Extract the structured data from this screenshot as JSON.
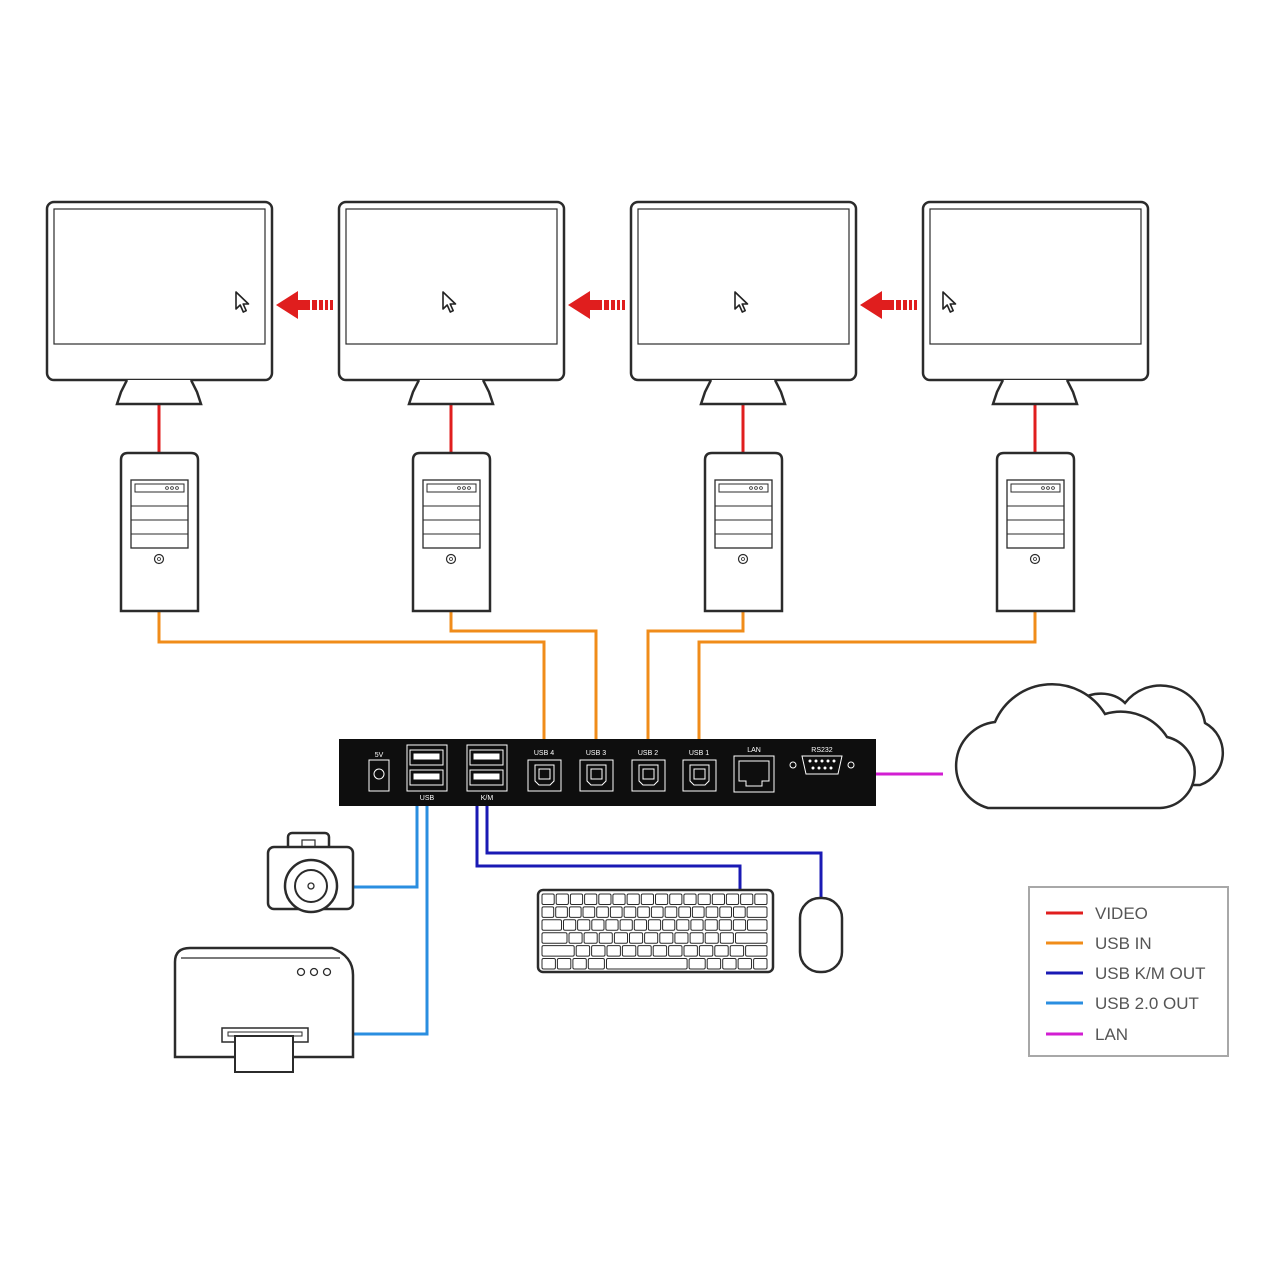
{
  "colors": {
    "video": "#e01e1e",
    "usb_in": "#f08c1a",
    "usb_km_out": "#1a1ab4",
    "usb20_out": "#2a8ee0",
    "lan": "#d21ed2",
    "outline": "#2b2b2b",
    "switch_body": "#0e0e0e"
  },
  "devices": {
    "monitors": [
      {
        "name": "monitor-1",
        "cursor": "arrow-cursor-icon"
      },
      {
        "name": "monitor-2",
        "cursor": "arrow-cursor-icon"
      },
      {
        "name": "monitor-3",
        "cursor": "arrow-cursor-icon"
      },
      {
        "name": "monitor-4",
        "cursor": "arrow-cursor-icon"
      }
    ],
    "computers": [
      "pc-tower-1",
      "pc-tower-2",
      "pc-tower-3",
      "pc-tower-4"
    ],
    "peripherals": [
      "camera-icon",
      "printer-icon",
      "keyboard-icon",
      "mouse-icon",
      "cloud-icon"
    ]
  },
  "switch": {
    "power_label": "5V",
    "usb_label": "USB",
    "km_label": "K/M",
    "ports": [
      "USB 4",
      "USB 3",
      "USB 2",
      "USB 1"
    ],
    "lan_label": "LAN",
    "rs232_label": "RS232"
  },
  "legend": {
    "items": [
      {
        "label": "VIDEO",
        "color": "#e01e1e"
      },
      {
        "label": "USB IN",
        "color": "#f08c1a"
      },
      {
        "label": "USB K/M OUT",
        "color": "#1a1ab4"
      },
      {
        "label": "USB 2.0 OUT",
        "color": "#2a8ee0"
      },
      {
        "label": "LAN",
        "color": "#d21ed2"
      }
    ]
  }
}
